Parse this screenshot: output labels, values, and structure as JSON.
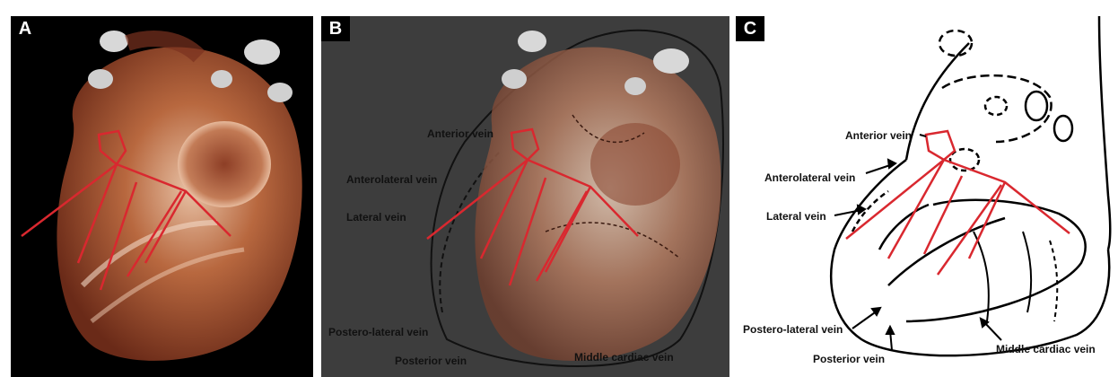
{
  "panels": {
    "a": {
      "tag": "A"
    },
    "b": {
      "tag": "B",
      "labels": {
        "anterior": "Anterior vein",
        "anterolateral": "Anterolateral vein",
        "lateral": "Lateral vein",
        "postero_lateral": "Postero-lateral vein",
        "posterior": "Posterior vein",
        "middle_cardiac": "Middle cardiac vein"
      }
    },
    "c": {
      "tag": "C",
      "labels": {
        "anterior": "Anterior vein",
        "anterolateral": "Anterolateral vein",
        "lateral": "Lateral vein",
        "postero_lateral": "Postero-lateral vein",
        "posterior": "Posterior vein",
        "middle_cardiac": "Middle cardiac vein"
      }
    }
  },
  "colors": {
    "vein_overlay": "#d9282f",
    "heart_tissue": "#a8593a",
    "panel_a_bg": "#000000",
    "panel_b_bg": "#3d3d3d",
    "panel_c_bg": "#ffffff"
  }
}
